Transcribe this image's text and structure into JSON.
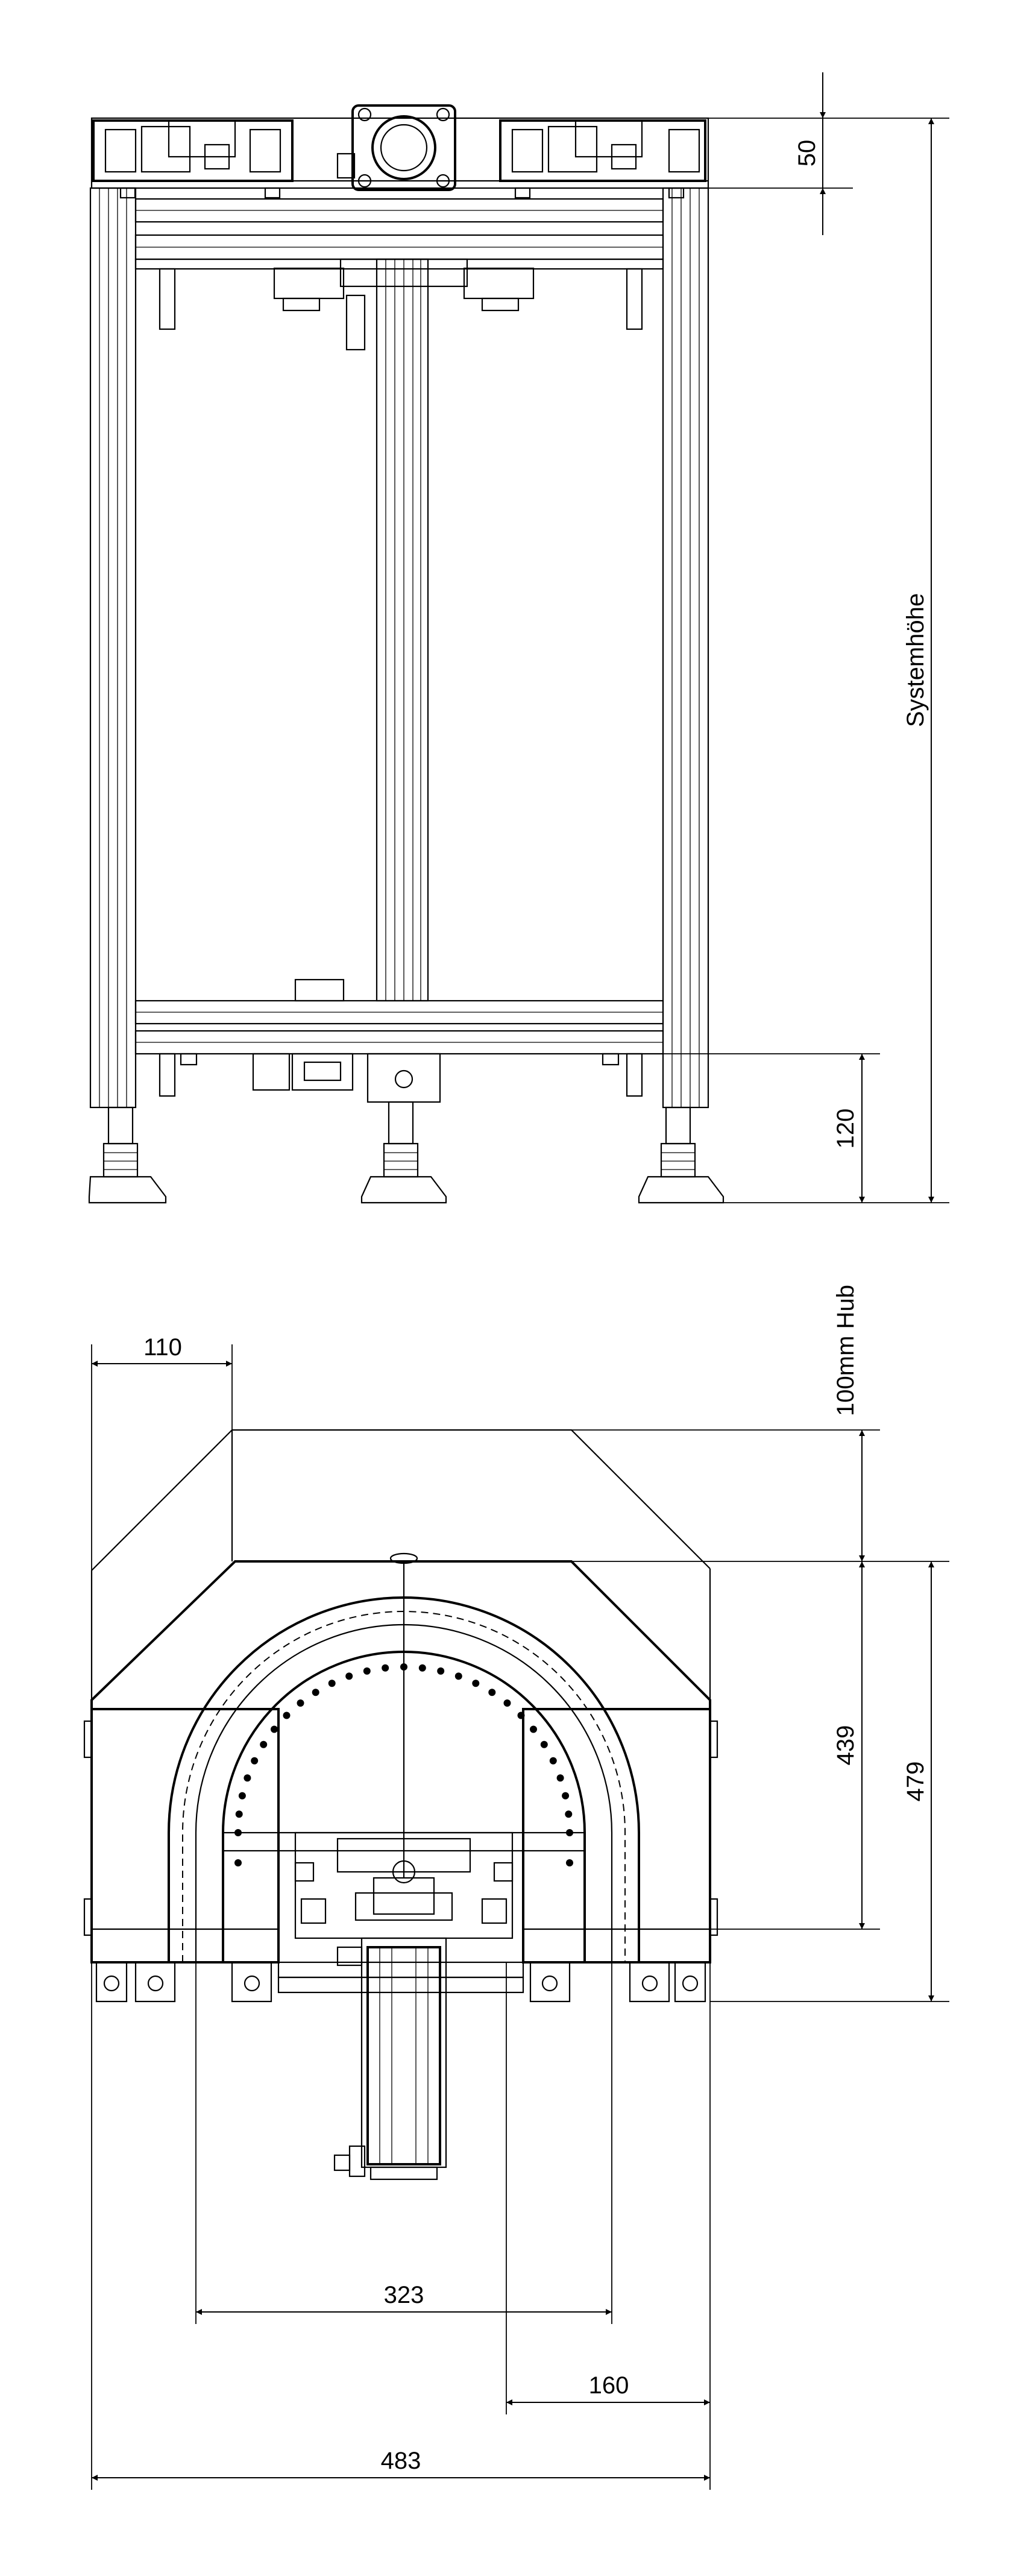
{
  "front_view": {
    "dim_top_height": "50",
    "dim_foot_height": "120",
    "dim_system_height": "Systemhöhe"
  },
  "top_view": {
    "dim_side_width": "110",
    "dim_stroke": "100mm Hub",
    "dim_inner_height": "439",
    "dim_outer_height": "479",
    "dim_inner_width": "323",
    "dim_right_width": "160",
    "dim_total_width": "483"
  }
}
